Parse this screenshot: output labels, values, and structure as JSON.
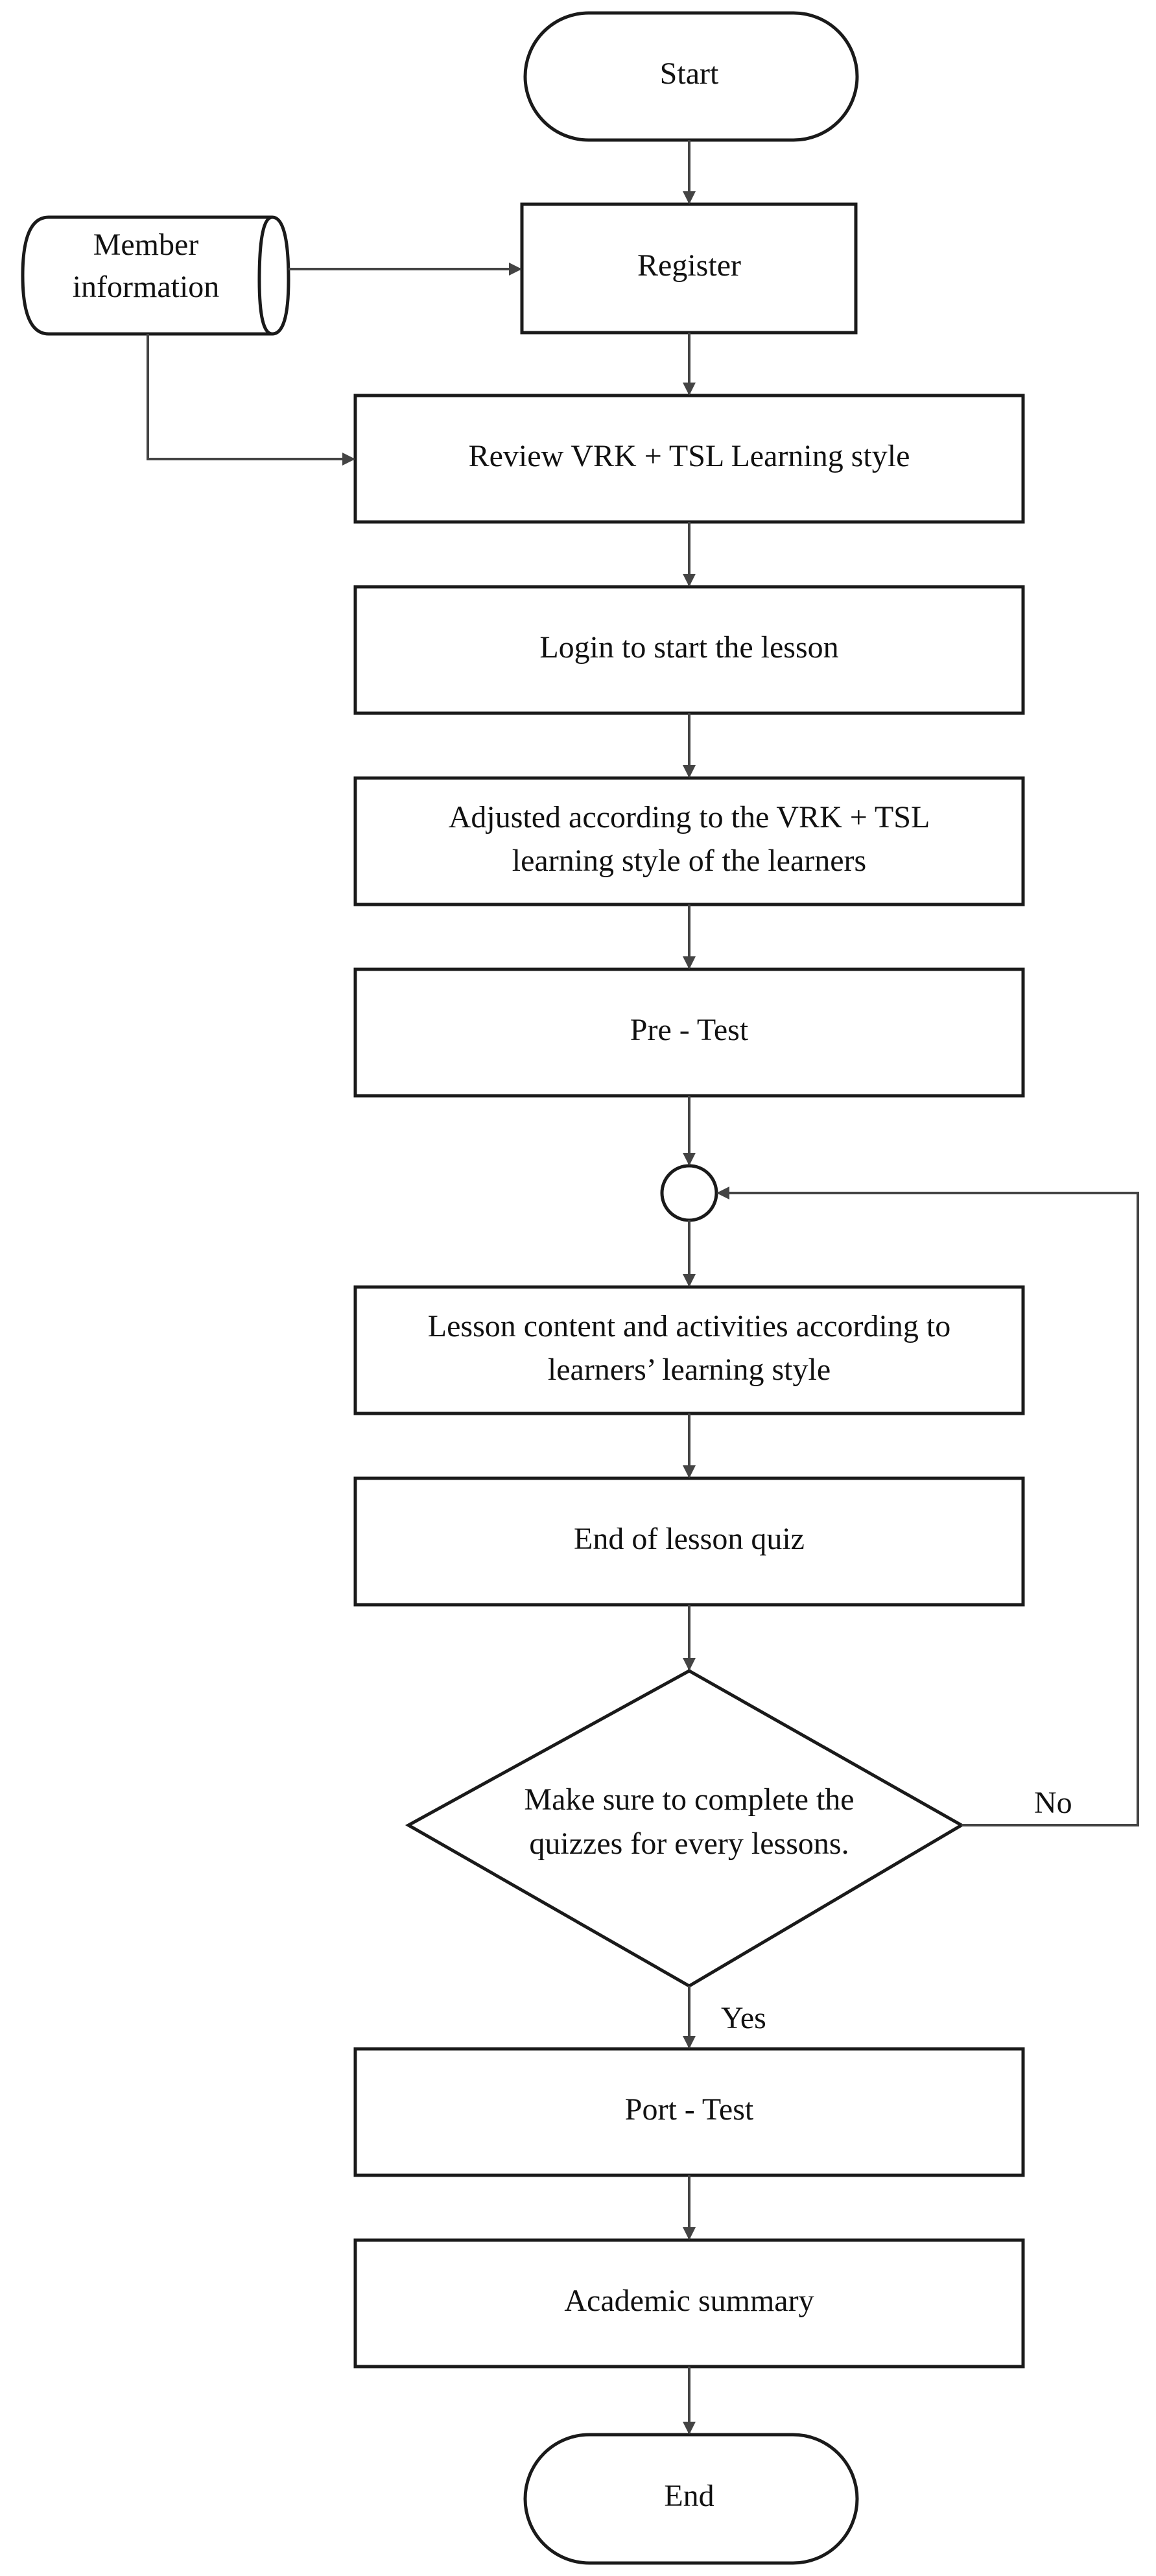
{
  "nodes": {
    "start": {
      "text": "Start"
    },
    "member_info": {
      "line1": "Member",
      "line2": "information"
    },
    "register": {
      "text": "Register"
    },
    "review": {
      "text": "Review VRK + TSL Learning style"
    },
    "login": {
      "text": "Login to start the lesson"
    },
    "adjusted": {
      "line1": "Adjusted according to the VRK + TSL",
      "line2": "learning style of the learners"
    },
    "pretest": {
      "text": "Pre - Test"
    },
    "lesson": {
      "line1": "Lesson content and activities according to",
      "line2": "learners’ learning style"
    },
    "quiz": {
      "text": "End of lesson quiz"
    },
    "decision": {
      "line1": "Make sure to complete the",
      "line2": "quizzes for every lessons."
    },
    "posttest": {
      "text": "Port - Test"
    },
    "summary": {
      "text": "Academic summary"
    },
    "end": {
      "text": "End"
    }
  },
  "edge_labels": {
    "no": "No",
    "yes": "Yes"
  }
}
